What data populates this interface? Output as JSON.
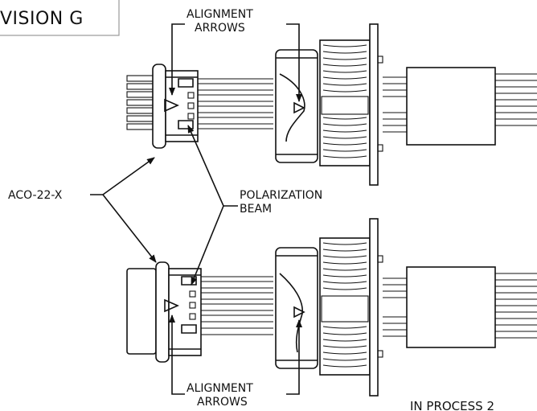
{
  "revision_box": {
    "text": "VISION  G"
  },
  "labels": {
    "top_alignment_line1": "ALIGNMENT",
    "top_alignment_line2": "ARROWS",
    "part_number": "ACO-22-X",
    "polarization_line1": "POLARIZATION",
    "polarization_line2": "BEAM",
    "bottom_alignment_line1": "ALIGNMENT",
    "bottom_alignment_line2": "ARROWS",
    "in_process_stamp": "IN PROCESS 2"
  }
}
